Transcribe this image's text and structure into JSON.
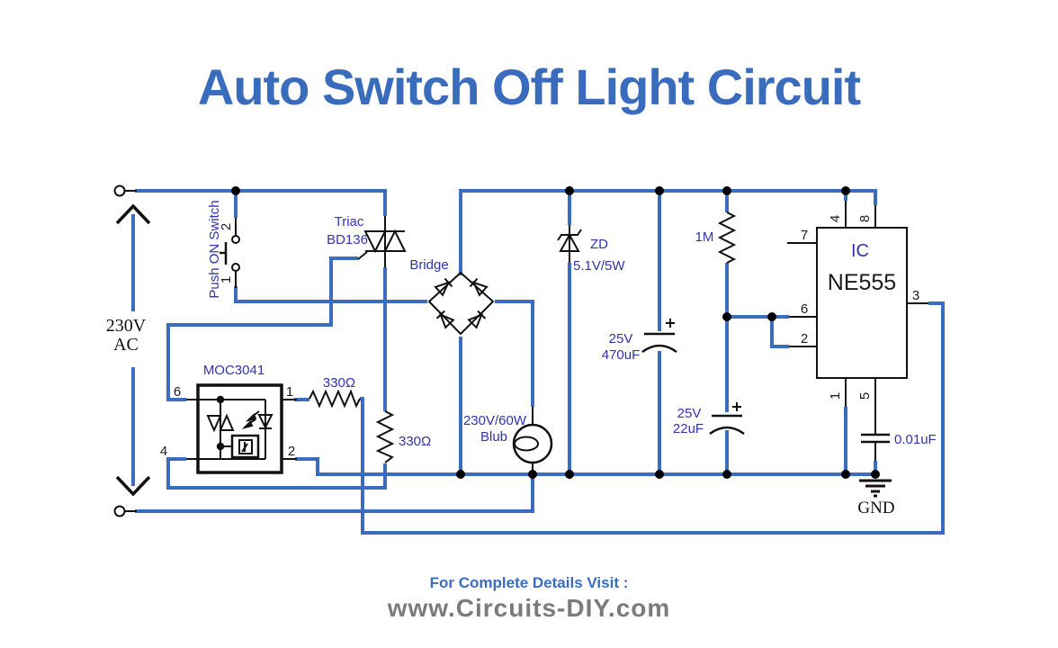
{
  "title": "Auto Switch Off Light Circuit",
  "footer": {
    "heading": "For Complete Details Visit :",
    "url": "www.Circuits-DIY.com"
  },
  "source": {
    "voltage": "230V",
    "current_type": "AC"
  },
  "push_switch": {
    "label": "Push ON Switch",
    "pin_top": "2",
    "pin_bottom": "1"
  },
  "triac": {
    "type": "Triac",
    "part": "BD136"
  },
  "bridge": {
    "label": "Bridge"
  },
  "optocoupler": {
    "part": "MOC3041",
    "pin6": "6",
    "pin4": "4",
    "pin1": "1",
    "pin2": "2"
  },
  "resistor_r1": {
    "value": "330Ω"
  },
  "resistor_r2": {
    "value": "330Ω"
  },
  "resistor_r3": {
    "value": "1M"
  },
  "zener": {
    "label": "ZD",
    "rating": "5.1V/5W"
  },
  "bulb": {
    "rating": "230V/60W",
    "label": "Blub"
  },
  "cap_c1": {
    "voltage": "25V",
    "value": "470uF"
  },
  "cap_c2": {
    "voltage": "25V",
    "value": "22uF"
  },
  "cap_c3": {
    "value": "0.01uF"
  },
  "ic": {
    "label": "IC",
    "part": "NE555",
    "pin1": "1",
    "pin2": "2",
    "pin3": "3",
    "pin4": "4",
    "pin5": "5",
    "pin6": "6",
    "pin7": "7",
    "pin8": "8"
  },
  "ground": {
    "label": "GND"
  }
}
